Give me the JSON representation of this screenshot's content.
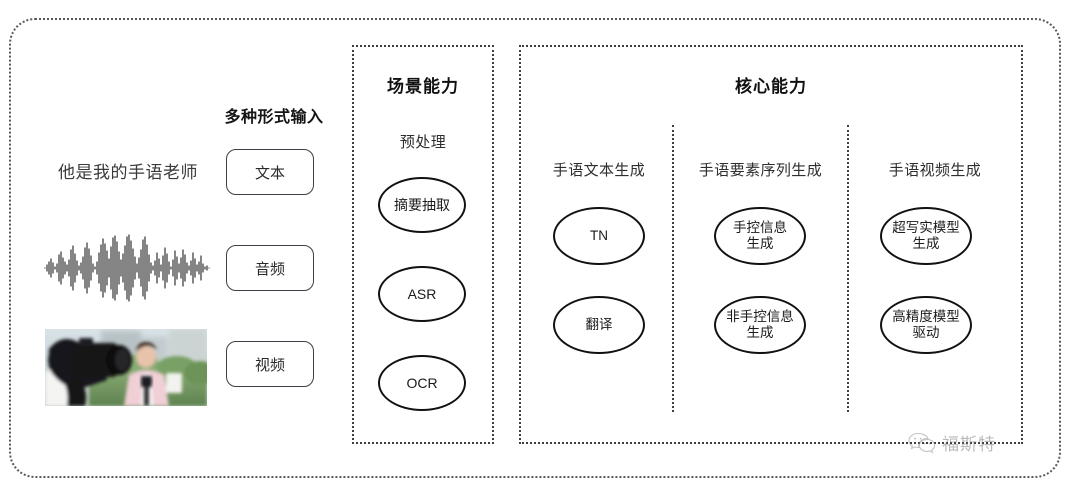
{
  "diagram": {
    "title_visible": false,
    "input_section": {
      "label": "多种形式输入",
      "sentence_sample": "他是我的手语老师",
      "modalities": [
        {
          "name": "text-modality",
          "label": "文本",
          "preview": "sentence"
        },
        {
          "name": "audio-modality",
          "label": "音频",
          "preview": "waveform"
        },
        {
          "name": "video-modality",
          "label": "视频",
          "preview": "thumbnail"
        }
      ]
    },
    "scene_panel": {
      "title": "场景能力",
      "subsection_label": "预处理",
      "nodes": [
        {
          "label": "摘要抽取"
        },
        {
          "label": "ASR"
        },
        {
          "label": "OCR"
        }
      ]
    },
    "core_panel": {
      "title": "核心能力",
      "columns": [
        {
          "label": "手语文本生成",
          "nodes": [
            {
              "line1": "TN",
              "line2": ""
            },
            {
              "line1": "翻译",
              "line2": ""
            }
          ]
        },
        {
          "label": "手语要素序列生成",
          "nodes": [
            {
              "line1": "手控信息",
              "line2": "生成"
            },
            {
              "line1": "非手控信息",
              "line2": "生成"
            }
          ]
        },
        {
          "label": "手语视频生成",
          "nodes": [
            {
              "line1": "超写实模型",
              "line2": "生成"
            },
            {
              "line1": "高精度模型",
              "line2": "驱动"
            }
          ]
        }
      ]
    },
    "watermark": {
      "icon": "wechat-icon",
      "text": "福斯特"
    },
    "colors": {
      "frame_border": "#5a5a5a",
      "panel_border": "#3d3d3d",
      "node_border": "#111111",
      "pill_border": "#3e3e48",
      "text": "#1a1a1a",
      "watermark_text": "#777777",
      "background": "#ffffff"
    }
  }
}
